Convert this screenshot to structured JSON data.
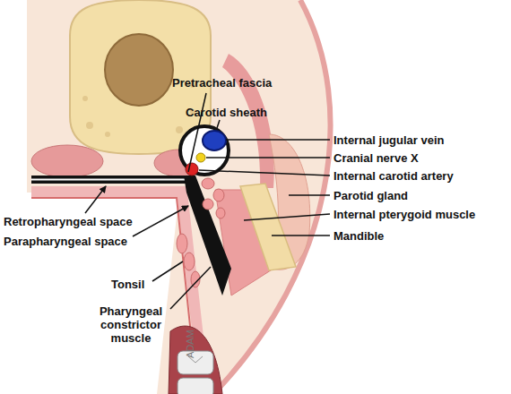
{
  "diagram": {
    "labels": [
      "Pretracheal fascia",
      "Carotid sheath",
      "Internal jugular vein",
      "Cranial nerve X",
      "Internal carotid artery",
      "Parotid gland",
      "Internal pterygoid muscle",
      "Mandible",
      "Retropharyngeal space",
      "Parapharyngeal space",
      "Tonsil",
      "Pharyngeal constrictor muscle",
      "ADAM"
    ]
  }
}
